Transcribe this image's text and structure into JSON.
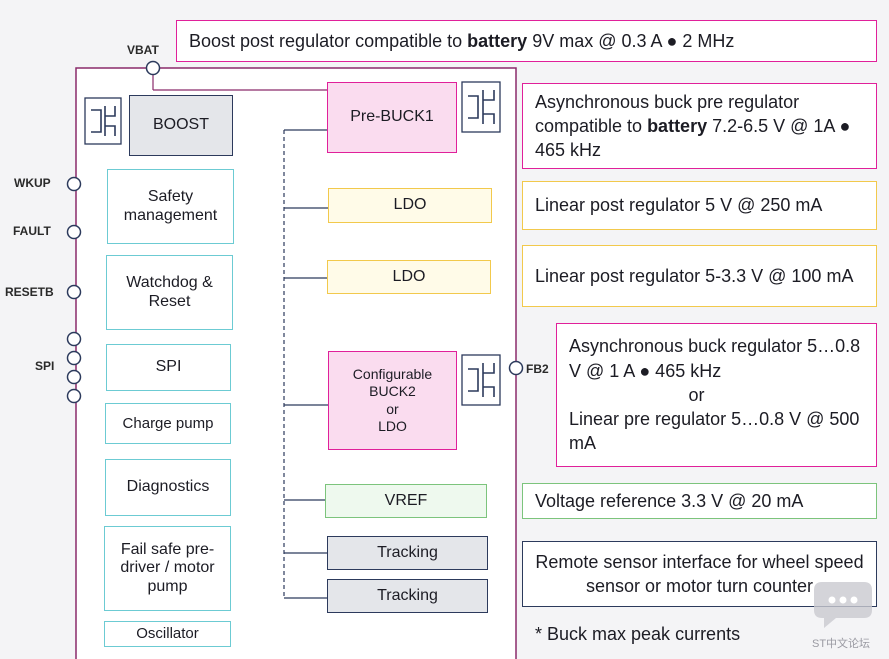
{
  "pins": {
    "vbat": "VBAT",
    "wkup": "WKUP",
    "fault": "FAULT",
    "resetb": "RESETB",
    "spi": "SPI",
    "fb2": "FB2"
  },
  "left_blocks": {
    "boost": "BOOST",
    "safety": "Safety management",
    "watchdog": "Watchdog & Reset",
    "spi": "SPI",
    "charge_pump": "Charge pump",
    "diagnostics": "Diagnostics",
    "fail_safe": "Fail safe pre-driver / motor pump",
    "oscillator": "Oscillator"
  },
  "mid_blocks": {
    "prebuck": "Pre-BUCK1",
    "ldo1": "LDO",
    "ldo2": "LDO",
    "buck2_line1": "Configurable",
    "buck2_line2": "BUCK2",
    "buck2_line3": "or",
    "buck2_line4": "LDO",
    "vref": "VREF",
    "tracking1": "Tracking",
    "tracking2": "Tracking"
  },
  "notes": {
    "boost_pre": "Boost post regulator compatible to ",
    "boost_bold": "battery",
    "boost_post": " 9V max @ 0.3 A ● 2 MHz",
    "prebuck_pre": "Asynchronous buck pre regulator compatible to ",
    "prebuck_bold": "battery",
    "prebuck_post": " 7.2-6.5 V @ 1A ● 465 kHz",
    "ldo1": "Linear post regulator 5 V @ 250 mA",
    "ldo2": "Linear post regulator 5-3.3 V @ 100 mA",
    "buck2_a": "Asynchronous buck regulator 5…0.8 V @ 1 A ● 465 kHz",
    "buck2_or": "or",
    "buck2_b": "Linear pre regulator 5…0.8 V @ 500 mA",
    "vref": "Voltage reference 3.3 V @ 20 mA",
    "remote": "Remote sensor interface for wheel speed sensor or motor turn counter",
    "footnote": "* Buck max peak currents"
  },
  "watermark": "ST中文论坛",
  "colors": {
    "chip_outline": "#8a2a6a",
    "cyan": "#6ccbd3",
    "yellow": "#f2c94c",
    "magenta": "#e0209a",
    "green": "#7cc47c",
    "navy": "#2c3a5c"
  }
}
